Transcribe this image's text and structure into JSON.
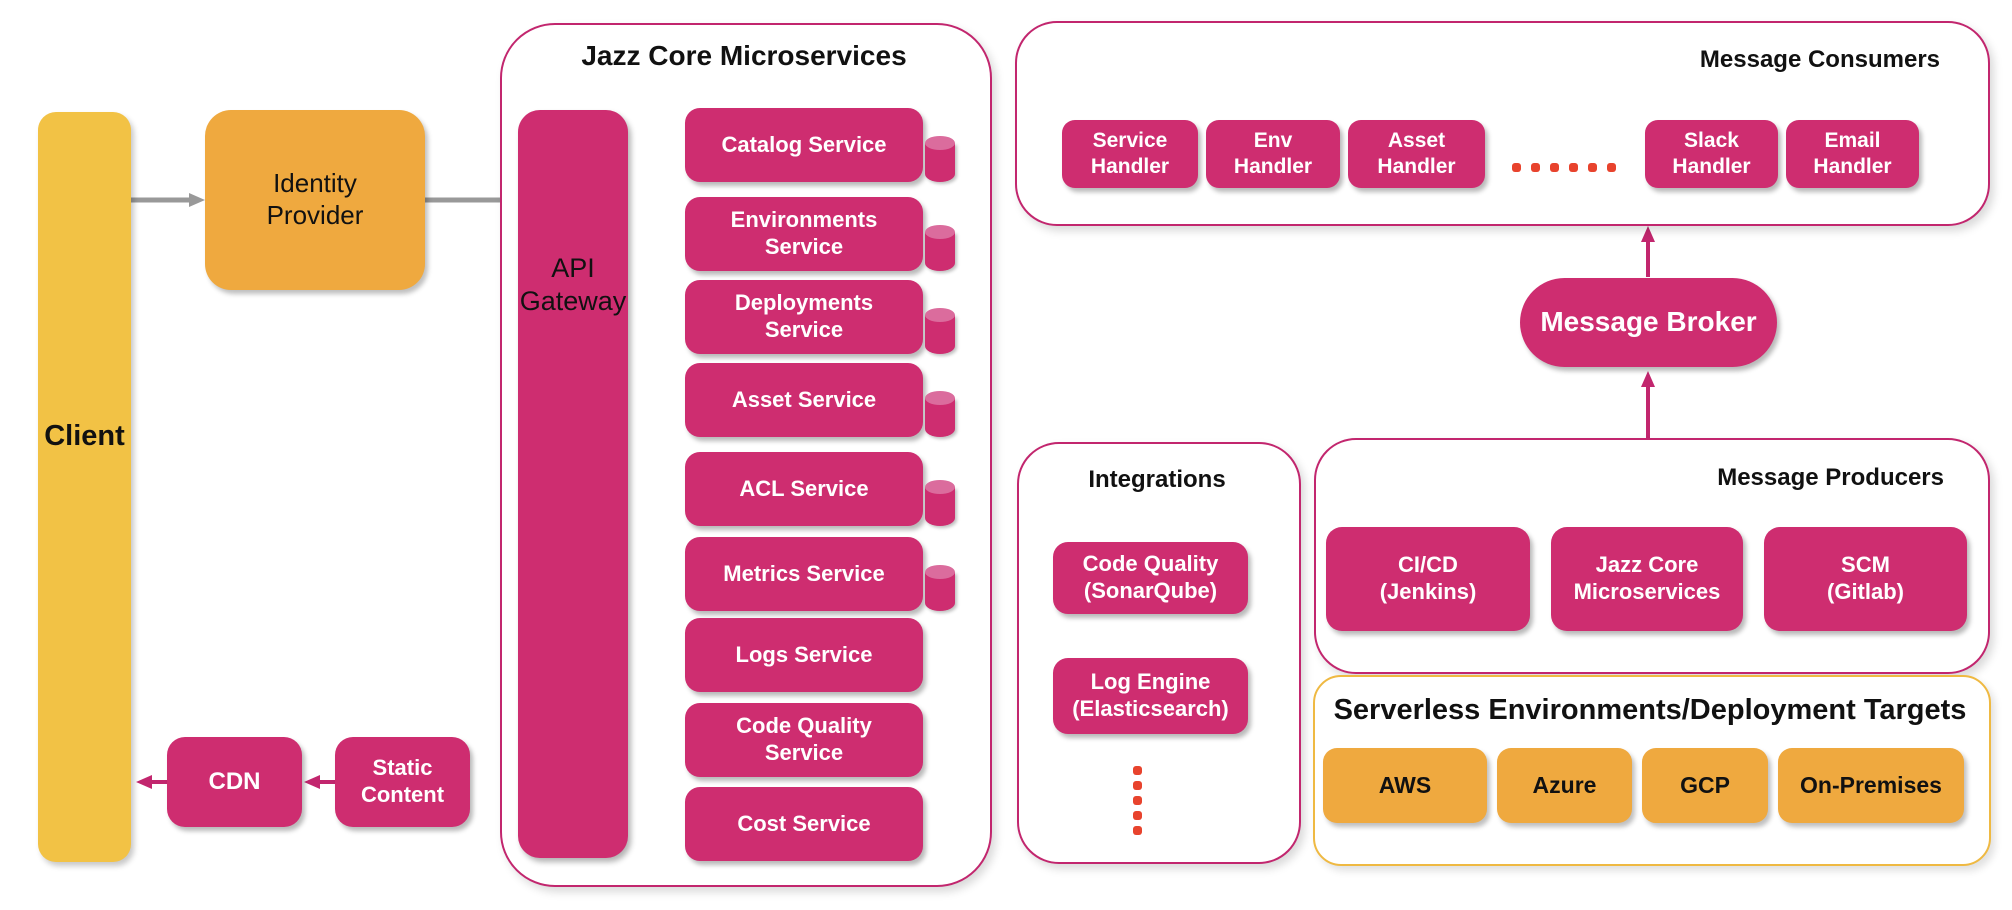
{
  "colors": {
    "pink": "#CE2D70",
    "pink_border": "#C2266E",
    "client_yellow": "#F2C245",
    "target_orange": "#EFA93F",
    "serverless_border": "#EFB942",
    "gray_arrow": "#999999",
    "ellipsis_red": "#E8432D",
    "cylinder_top": "#DB6C9D"
  },
  "client": {
    "label": "Client"
  },
  "identity_provider": {
    "label": "Identity\nProvider"
  },
  "cdn": {
    "label": "CDN"
  },
  "static_content": {
    "label": "Static\nContent"
  },
  "jazz": {
    "title": "Jazz Core Microservices",
    "api_gateway": {
      "label": "API\nGateway"
    },
    "services": [
      {
        "label": "Catalog Service",
        "has_db": true
      },
      {
        "label": "Environments\nService",
        "has_db": true
      },
      {
        "label": "Deployments\nService",
        "has_db": true
      },
      {
        "label": "Asset Service",
        "has_db": true
      },
      {
        "label": "ACL Service",
        "has_db": true
      },
      {
        "label": "Metrics Service",
        "has_db": true
      },
      {
        "label": "Logs Service",
        "has_db": false
      },
      {
        "label": "Code Quality\nService",
        "has_db": false
      },
      {
        "label": "Cost Service",
        "has_db": false
      }
    ]
  },
  "message_consumers": {
    "title": "Message Consumers",
    "handlers": [
      {
        "label": "Service\nHandler"
      },
      {
        "label": "Env\nHandler"
      },
      {
        "label": "Asset\nHandler"
      },
      {
        "label": "Slack\nHandler"
      },
      {
        "label": "Email\nHandler"
      }
    ]
  },
  "message_broker": {
    "label": "Message Broker"
  },
  "message_producers": {
    "title": "Message Producers",
    "items": [
      {
        "label": "CI/CD\n(Jenkins)"
      },
      {
        "label": "Jazz Core\nMicroservices"
      },
      {
        "label": "SCM\n(Gitlab)"
      }
    ]
  },
  "integrations": {
    "title": "Integrations",
    "items": [
      {
        "label": "Code Quality\n(SonarQube)"
      },
      {
        "label": "Log Engine\n(Elasticsearch)"
      }
    ]
  },
  "serverless": {
    "title": "Serverless Environments/Deployment Targets",
    "targets": [
      {
        "label": "AWS"
      },
      {
        "label": "Azure"
      },
      {
        "label": "GCP"
      },
      {
        "label": "On-Premises"
      }
    ]
  }
}
